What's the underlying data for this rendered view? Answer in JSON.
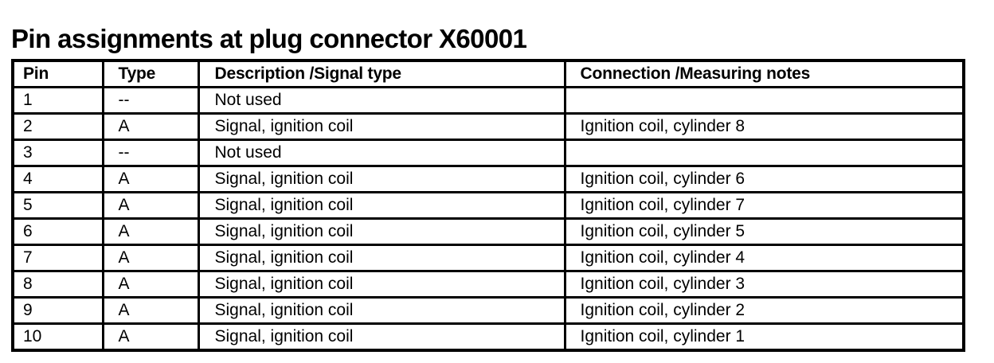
{
  "document": {
    "title": "Pin assignments at plug connector X60001"
  },
  "table": {
    "columns": [
      {
        "key": "pin",
        "label": "Pin"
      },
      {
        "key": "type",
        "label": "Type"
      },
      {
        "key": "desc",
        "label": "Description /Signal type"
      },
      {
        "key": "conn",
        "label": "Connection /Measuring notes"
      }
    ],
    "rows": [
      {
        "pin": "1",
        "type": "--",
        "desc": "Not used",
        "conn": ""
      },
      {
        "pin": "2",
        "type": "A",
        "desc": "Signal, ignition coil",
        "conn": "Ignition coil, cylinder 8"
      },
      {
        "pin": "3",
        "type": "--",
        "desc": "Not used",
        "conn": ""
      },
      {
        "pin": "4",
        "type": "A",
        "desc": "Signal, ignition coil",
        "conn": "Ignition coil, cylinder 6"
      },
      {
        "pin": "5",
        "type": "A",
        "desc": "Signal, ignition coil",
        "conn": "Ignition coil, cylinder 7"
      },
      {
        "pin": "6",
        "type": "A",
        "desc": "Signal, ignition coil",
        "conn": "Ignition coil, cylinder 5"
      },
      {
        "pin": "7",
        "type": "A",
        "desc": "Signal, ignition coil",
        "conn": "Ignition coil, cylinder 4"
      },
      {
        "pin": "8",
        "type": "A",
        "desc": "Signal, ignition coil",
        "conn": "Ignition coil, cylinder 3"
      },
      {
        "pin": "9",
        "type": "A",
        "desc": "Signal, ignition coil",
        "conn": "Ignition coil, cylinder 2"
      },
      {
        "pin": "10",
        "type": "A",
        "desc": "Signal, ignition coil",
        "conn": "Ignition coil, cylinder 1"
      }
    ]
  },
  "colors": {
    "text": "#000000",
    "background": "#ffffff",
    "rule": "#000000"
  }
}
